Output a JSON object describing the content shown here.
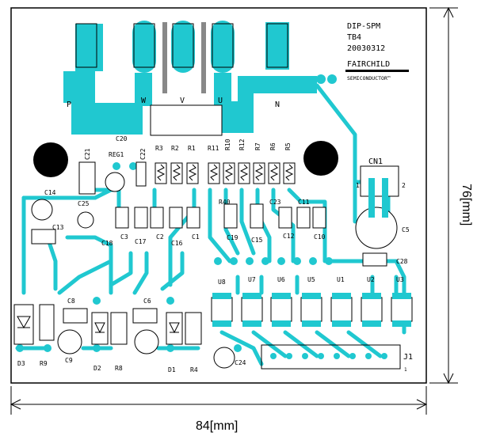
{
  "board": {
    "title_lines": [
      "DIP-SPM",
      "TB4",
      "20030312"
    ],
    "logo_brand": "FAIRCHILD",
    "logo_sub": "SEMICONDUCTOR™",
    "trace_color": "#20c8d0",
    "outline_color": "#000000"
  },
  "power_terminals": [
    "P",
    "W",
    "V",
    "U",
    "N"
  ],
  "labels": {
    "top": [
      "C20",
      "C21",
      "REG1",
      "C22",
      "R3",
      "R2",
      "R1",
      "R11",
      "R10",
      "R12",
      "R7",
      "R6",
      "R5"
    ],
    "connector": [
      "CN1",
      "1",
      "2"
    ],
    "middle": [
      "C14",
      "C25",
      "C13",
      "C18",
      "C3",
      "C17",
      "C2",
      "C16",
      "C1",
      "R40",
      "C19",
      "C15",
      "C23",
      "C12",
      "C11",
      "C10",
      "C5",
      "C28"
    ],
    "ic_row": [
      "U8",
      "U7",
      "U6",
      "U5",
      "U1",
      "U2",
      "U3"
    ],
    "bottom": [
      "C8",
      "C6",
      "D3",
      "R9",
      "C9",
      "D2",
      "R8",
      "D1",
      "R4",
      "C24",
      "J1",
      "1"
    ]
  },
  "dimensions": {
    "width_label": "84[mm]",
    "height_label": "76[mm]"
  }
}
